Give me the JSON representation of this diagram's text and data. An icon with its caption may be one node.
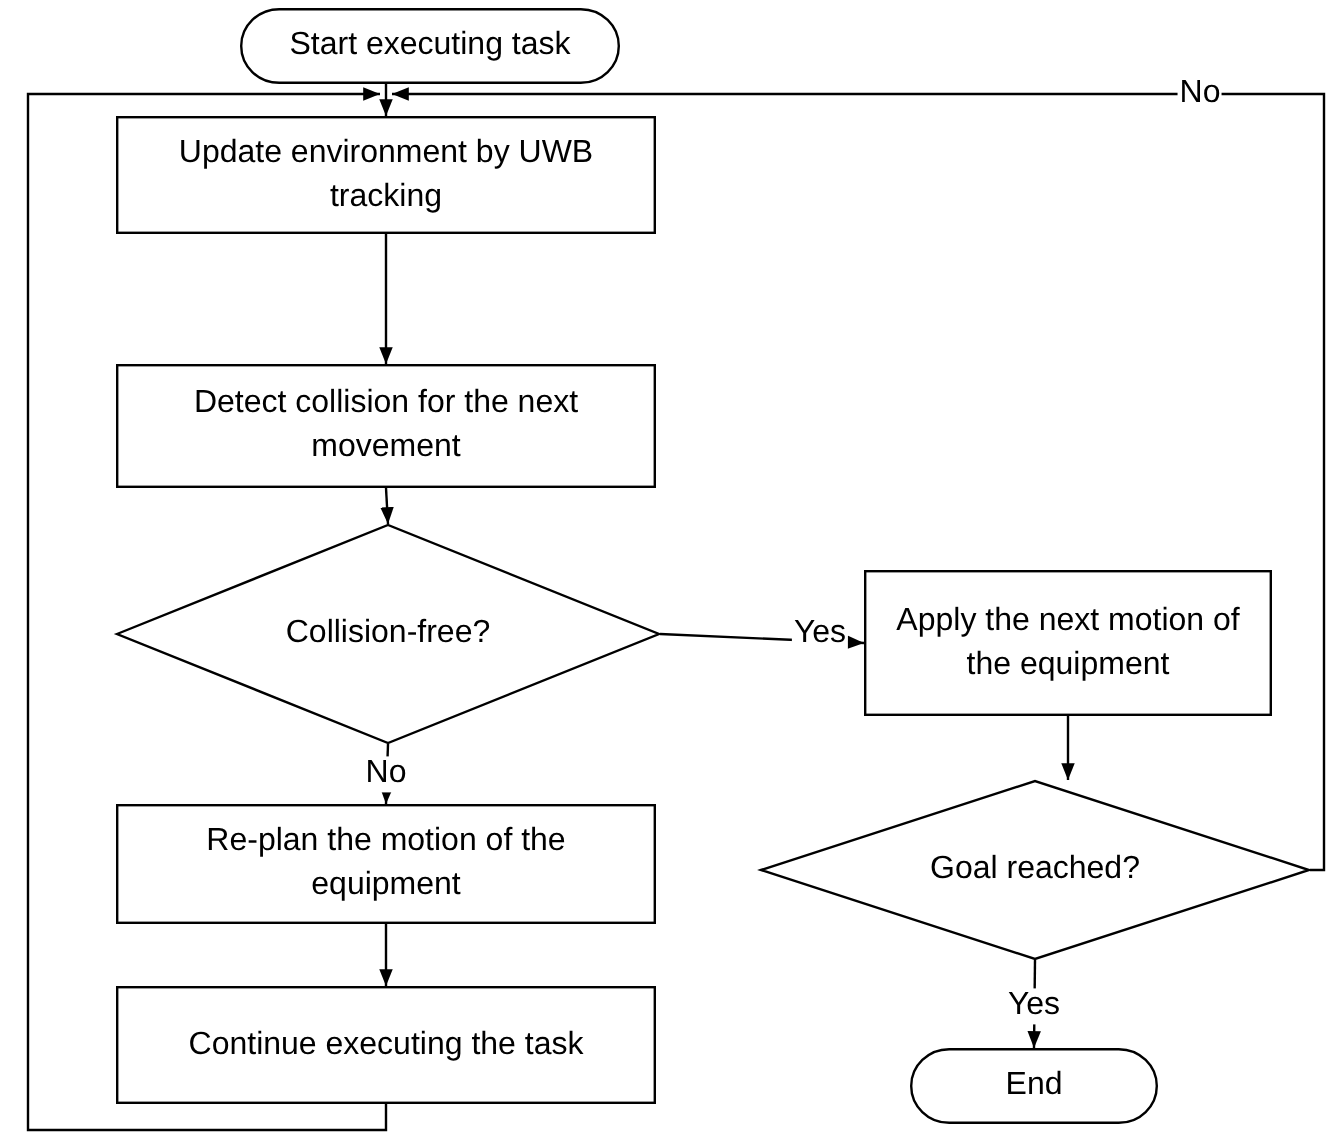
{
  "diagram": {
    "nodes": [
      {
        "text": [
          "Start executing task"
        ]
      },
      {
        "text": [
          "Update environment by UWB tracking"
        ]
      },
      {
        "text": [
          "Detect collision for the next movement"
        ]
      },
      {
        "text": [
          "Collision-free?"
        ]
      },
      {
        "text": [
          "Apply the next motion of the equipment"
        ]
      },
      {
        "text": [
          "Re-plan the motion of the equipment"
        ]
      },
      {
        "text": [
          "Goal reached?"
        ]
      },
      {
        "text": [
          "Continue executing the task"
        ]
      },
      {
        "text": [
          "End"
        ]
      }
    ],
    "edges": [
      {
        "from": 0,
        "to": 1,
        "arrow": "to"
      },
      {
        "from": 1,
        "to": 2,
        "arrow": "to"
      },
      {
        "from": 2,
        "to": 3,
        "arrow": "to"
      },
      {
        "from": 3,
        "to": 4,
        "arrow": "to",
        "label": "Yes"
      },
      {
        "from": 3,
        "to": 5,
        "arrow": "to",
        "label": "No"
      },
      {
        "from": 5,
        "to": 7,
        "arrow": "to"
      },
      {
        "from": 7,
        "to": 1,
        "arrow": "to"
      },
      {
        "from": 4,
        "to": 6,
        "arrow": "to"
      },
      {
        "from": 6,
        "to": 8,
        "arrow": "to",
        "label": "Yes"
      },
      {
        "from": 6,
        "to": 1,
        "arrow": "to",
        "label": "No"
      }
    ]
  }
}
